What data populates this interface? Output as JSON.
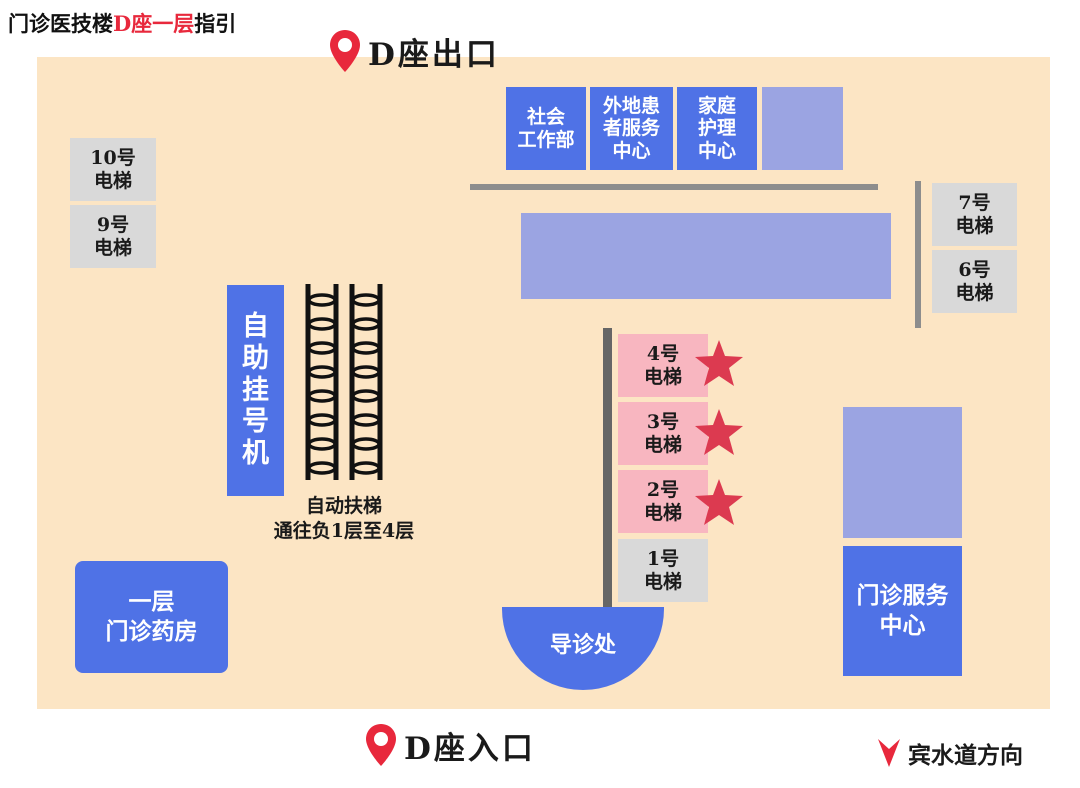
{
  "title": {
    "prefix": "门诊医技楼",
    "highlight": "D座一层",
    "suffix": "指引"
  },
  "exits": {
    "top": "D座出口",
    "bottom": "D座入口"
  },
  "top_rooms": {
    "social_work": "社会\n工作部",
    "nonlocal_patient": "外地患\n者服务\n中心",
    "home_care": "家庭\n护理\n中心"
  },
  "elevators": {
    "e10": "10号\n电梯",
    "e9": "9号\n电梯",
    "e7": "7号\n电梯",
    "e6": "6号\n电梯",
    "e4": "4号\n电梯",
    "e3": "3号\n电梯",
    "e2": "2号\n电梯",
    "e1": "1号\n电梯"
  },
  "self_service": [
    "自",
    "助",
    "挂",
    "号",
    "机"
  ],
  "escalator": {
    "label1": "自动扶梯",
    "label2": "通往负1层至4层"
  },
  "pharmacy": "一层\n门诊药房",
  "guide_desk": "导诊处",
  "service_center": "门诊服务\n中心",
  "legend": {
    "label": "宾水道方向"
  },
  "colors": {
    "floor": "#fce5c4",
    "blue": "#4f72e6",
    "lavender": "#9ba4e2",
    "gray": "#d9d9d9",
    "pink": "#f8b6c0",
    "star": "#dc3a50",
    "pin": "#e8283c"
  },
  "icons": {
    "pin": "location-pin-icon",
    "star": "star-icon",
    "arrow": "red-arrow-icon"
  }
}
